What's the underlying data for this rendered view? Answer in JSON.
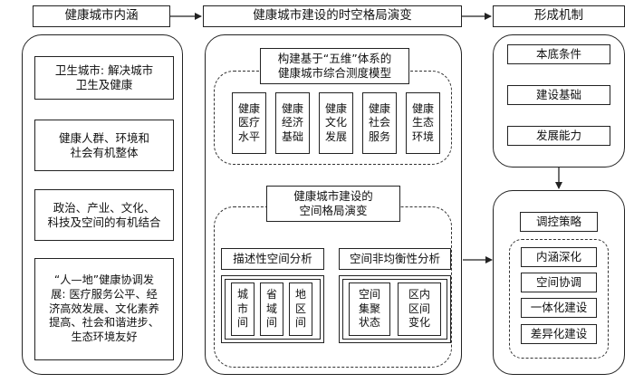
{
  "headers": {
    "connotation": "健康城市内涵",
    "evolution": "健康城市建设的时空格局演变",
    "mechanism": "形成机制"
  },
  "connotation_chain": [
    "卫生城市: 解决城市\n卫生及健康",
    "健康人群、环境和\n社会有机整体",
    "政治、产业、文化、\n科技及空间的有机结合",
    "“人—地”健康协调发\n展: 医疗服务公平、经\n济高效发展、文化素养\n提高、社会和谐进步、\n生态环境友好"
  ],
  "model": {
    "title": "构建基于“五维”体系的\n健康城市综合测度模型",
    "dimensions": [
      "健康\n医疗\n水平",
      "健康\n经济\n基础",
      "健康\n文化\n发展",
      "健康\n社会\n服务",
      "健康\n生态\n环境"
    ]
  },
  "pattern": {
    "title": "健康城市建设的\n空间格局演变",
    "descriptive": {
      "label": "描述性空间分析",
      "items": [
        "城\n市\n间",
        "省\n域\n间",
        "地\n区\n间"
      ]
    },
    "imbalance": {
      "label": "空间非均衡性分析",
      "items": [
        "空间\n集聚\n状态",
        "区内\n区间\n变化"
      ]
    }
  },
  "mechanism": {
    "factors": [
      "本底条件",
      "建设基础",
      "发展能力"
    ],
    "strategy_title": "调控策略",
    "strategies": [
      "内涵深化",
      "空间协调",
      "一体化建设",
      "差异化建设"
    ]
  }
}
